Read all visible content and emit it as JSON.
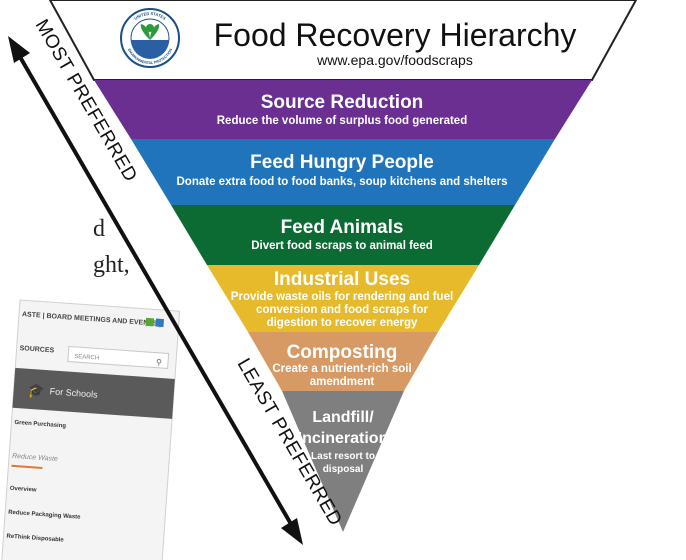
{
  "header": {
    "title": "Food Recovery Hierarchy",
    "url": "www.epa.gov/foodscraps",
    "seal_text": "UNITED STATES ENVIRONMENTAL PROTECTION AGENCY"
  },
  "tiers": [
    {
      "title": "Source Reduction",
      "lines": [
        "Reduce the volume of surplus food generated"
      ],
      "color": "#6a2f91"
    },
    {
      "title": "Feed Hungry People",
      "lines": [
        "Donate extra food to food banks, soup kitchens and shelters"
      ],
      "color": "#1f74bb"
    },
    {
      "title": "Feed Animals",
      "lines": [
        "Divert food scraps to animal feed"
      ],
      "color": "#0c6b32"
    },
    {
      "title": "Industrial Uses",
      "lines": [
        "Provide waste oils for rendering and fuel",
        "conversion and food scraps for",
        "digestion to recover energy"
      ],
      "color": "#e6ba2a"
    },
    {
      "title": "Composting",
      "lines": [
        "Create a nutrient-rich soil",
        "amendment"
      ],
      "color": "#d79a64"
    },
    {
      "title_lines": [
        "Landfill/",
        "Incineration"
      ],
      "lines": [
        "Last resort to",
        "disposal"
      ],
      "color": "#7f7f7f"
    }
  ],
  "arrow": {
    "top_label": "MOST PREFERRED",
    "bottom_label": "LEAST PREFERRED"
  },
  "background_page": {
    "text_fragments": [
      "d",
      "ght,"
    ],
    "nav_text": "ASTE | BOARD MEETINGS AND EVENTS |",
    "resources_label": "SOURCES",
    "search_label": "SEARCH",
    "for_schools": "For Schools",
    "green_purchasing": "Green Purchasing",
    "reduce_waste": "Reduce Waste",
    "menu_items": [
      "Overview",
      "Reduce Packaging Waste",
      "ReThink Disposable"
    ]
  }
}
